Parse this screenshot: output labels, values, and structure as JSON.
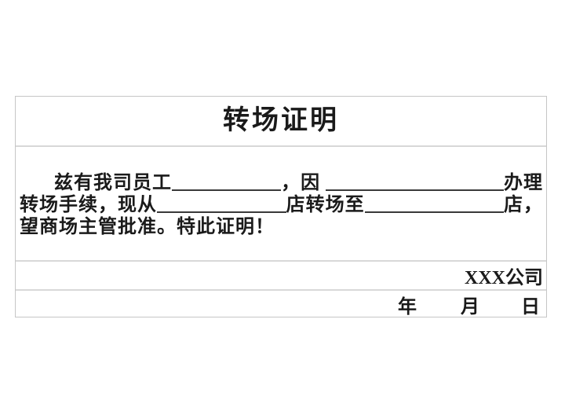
{
  "document": {
    "title": "转场证明",
    "body": {
      "line1_part1": "兹有我司员工",
      "line1_part2": "，因 ",
      "line1_part3": "办理",
      "line2_part1": "转场手续，现从",
      "line2_part2": "店转场至",
      "line2_part3": "店，",
      "line3": "望商场主管批准。特此证明！"
    },
    "company": "XXX公司",
    "date": {
      "year": "年",
      "month": "月",
      "day": "日"
    },
    "colors": {
      "table_border": "#c6c6c6",
      "row_divider": "#d8d8d8",
      "text": "#1a1a1a",
      "blank_line": "#3a3a3a",
      "background": "#ffffff"
    }
  }
}
